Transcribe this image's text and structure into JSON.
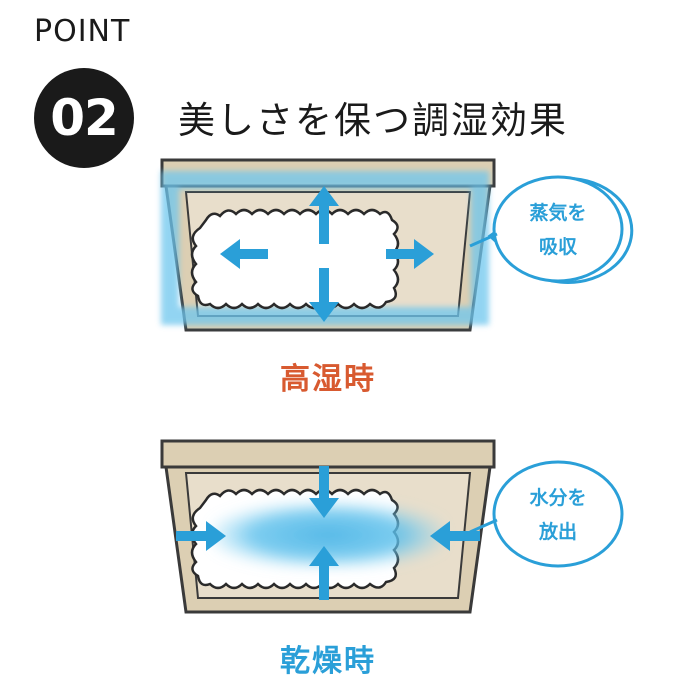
{
  "point": {
    "label": "POINT",
    "number": "02"
  },
  "title": "美しさを保つ調湿効果",
  "panels": [
    {
      "caption": "高湿時",
      "bubble_line1": "蒸気を",
      "bubble_line2": "吸収"
    },
    {
      "caption": "乾燥時",
      "bubble_line1": "水分を",
      "bubble_line2": "放出"
    }
  ],
  "colors": {
    "accent_orange": "#d85a30",
    "accent_blue": "#2a9fd8",
    "box_fill": "#dccfb3",
    "box_inner": "#e8decb",
    "outline": "#3a3a3a"
  }
}
